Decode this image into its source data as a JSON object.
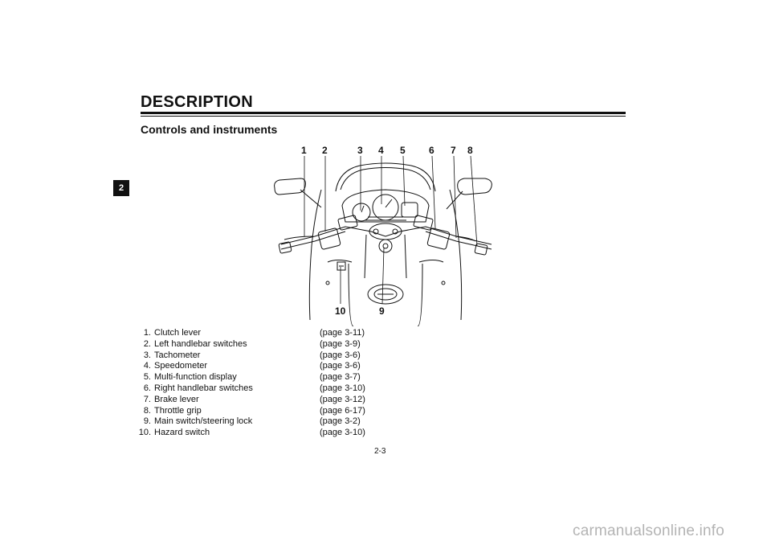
{
  "header": {
    "title": "DESCRIPTION",
    "chapter_tab": "2"
  },
  "section": {
    "heading": "Controls and instruments"
  },
  "figure": {
    "callouts_top": [
      "1",
      "2",
      "3",
      "4",
      "5",
      "6",
      "7",
      "8"
    ],
    "callouts_bottom": [
      "10",
      "9"
    ]
  },
  "legend": [
    {
      "num": "1.",
      "label": "Clutch lever",
      "page": "(page 3-11)"
    },
    {
      "num": "2.",
      "label": "Left handlebar switches",
      "page": "(page 3-9)"
    },
    {
      "num": "3.",
      "label": "Tachometer",
      "page": "(page 3-6)"
    },
    {
      "num": "4.",
      "label": "Speedometer",
      "page": "(page 3-6)"
    },
    {
      "num": "5.",
      "label": "Multi-function display",
      "page": "(page 3-7)"
    },
    {
      "num": "6.",
      "label": "Right handlebar switches",
      "page": "(page 3-10)"
    },
    {
      "num": "7.",
      "label": "Brake lever",
      "page": "(page 3-12)"
    },
    {
      "num": "8.",
      "label": "Throttle grip",
      "page": "(page 6-17)"
    },
    {
      "num": "9.",
      "label": "Main switch/steering lock",
      "page": "(page 3-2)"
    },
    {
      "num": "10.",
      "label": "Hazard switch",
      "page": "(page 3-10)"
    }
  ],
  "footer": {
    "page_number": "2-3",
    "watermark": "carmanualsonline.info"
  }
}
